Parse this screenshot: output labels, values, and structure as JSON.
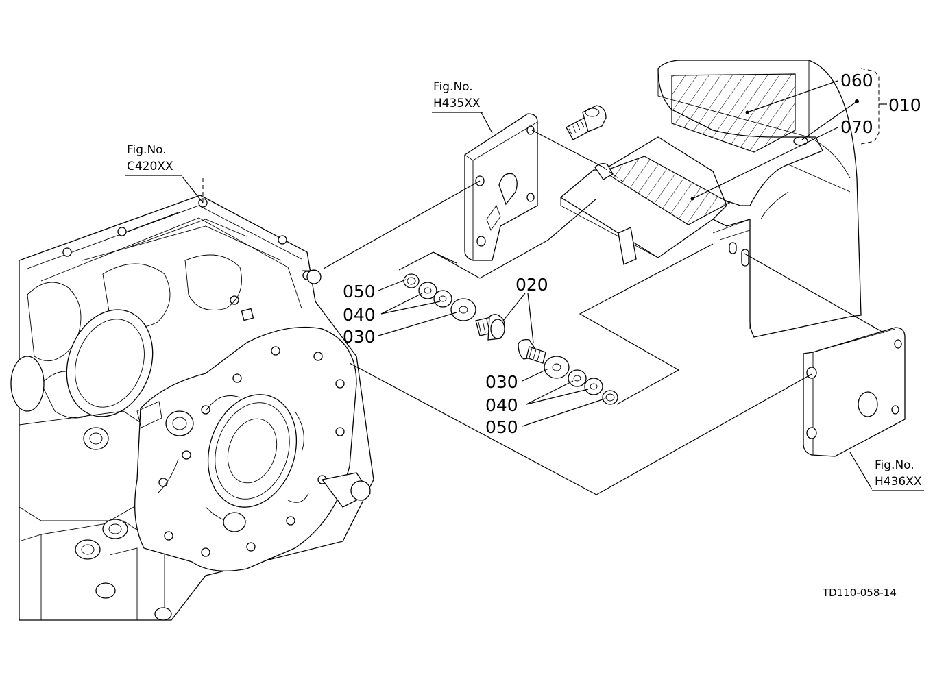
{
  "figure_refs": {
    "left_housing": {
      "line1": "Fig.No.",
      "line2": "C420XX"
    },
    "top_bracket": {
      "line1": "Fig.No.",
      "line2": "H435XX"
    },
    "right_bracket": {
      "line1": "Fig.No.",
      "line2": "H436XX"
    }
  },
  "part_labels": {
    "p010": "010",
    "p020": "020",
    "p030_upper": "030",
    "p030_lower": "030",
    "p040_upper": "040",
    "p040_lower": "040",
    "p050_upper": "050",
    "p050_lower": "050",
    "p060": "060",
    "p070": "070"
  },
  "drawing_code": "TD110-058-14"
}
